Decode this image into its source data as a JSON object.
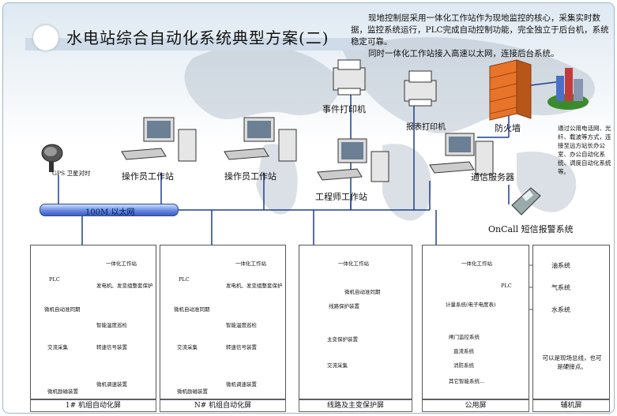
{
  "title": "水电站综合自动化系统典型方案(二)",
  "intro": [
    "现地控制层采用一体化工作站作为现地监控的核心，采集实时数据，监控系统运行，PLC完成自动控制功能，完全独立于后台机，系统稳定可靠。",
    "同时一体化工作站接入高速以太网，连接后台系统。"
  ],
  "devices": {
    "event_printer": "事件打印机",
    "report_printer": "报表打印机",
    "firewall": "防火墙",
    "gps": "GPS 卫星对时",
    "operator_ws_1": "操作员工作站",
    "operator_ws_2": "操作员工作站",
    "engineer_ws": "工程师工作站",
    "comm_server": "通信服务器",
    "oncall": "OnCall 短信报警系统",
    "bus": "100M 以太网"
  },
  "remote_note": "通过公用电话网、光纤、载波等方式，连接至远方站长办公室、办公自动化系统、调度自动化系统等。",
  "unit_panel": {
    "ws": "一体化工作站",
    "plc": "PLC",
    "protection": "发电机、发变组整套保护",
    "sync": "微机自动准同期",
    "temp": "智能温度巡检",
    "ac": "交流采集",
    "speed": "转速信号装置",
    "excitation": "微机励磁装置",
    "governor": "微机调速装置"
  },
  "line_panel": {
    "ws": "一体化工作站",
    "sync": "微机自动准同期",
    "line_prot": "线路保护装置",
    "main_prot": "主变保护装置",
    "ac": "交流采集"
  },
  "public_panel": {
    "ws": "一体化工作站",
    "plc": "PLC",
    "meter": "计量系统(电子电度表)",
    "gate": "闸门监控系统",
    "dc": "直流系统",
    "fire": "消防系统",
    "other": "其它智能系统..."
  },
  "aux_panel": {
    "oil": "油系统",
    "gas": "气系统",
    "water": "水系统",
    "note": "可以是现场总线，也可是硬接点。"
  },
  "captions": [
    "1# 机组自动化屏",
    "N# 机组自动化屏",
    "线路及主变保护屏",
    "公用屏",
    "辅机屏"
  ],
  "colors": {
    "bus": "#4a6fd6",
    "firewall": "#e8742a",
    "title_band": "#cfdbe8"
  }
}
